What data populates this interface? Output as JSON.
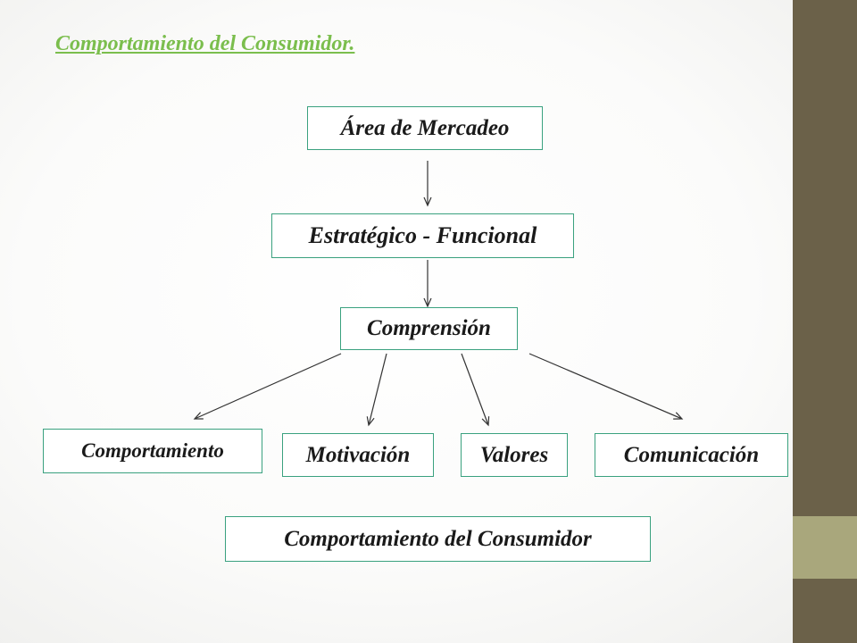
{
  "title": "Comportamiento  del Consumidor.",
  "nodes": {
    "area": "Área de Mercadeo",
    "estrategico": "Estratégico - Funcional",
    "comprension": "Comprensión",
    "comportamiento": "Comportamiento",
    "motivacion": "Motivación",
    "valores": "Valores",
    "comunicacion": "Comunicación",
    "consumidor": "Comportamiento  del Consumidor"
  },
  "colors": {
    "title": "#7bbe4d",
    "node_border": "#3aa17f",
    "sidebar": "#6b6149",
    "sidebar_accent": "#a9a77c"
  }
}
